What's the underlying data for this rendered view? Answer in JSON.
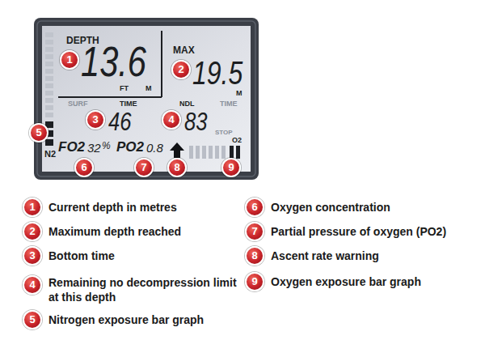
{
  "diagram": {
    "nodes": [
      {
        "text": [
          "DEPTH",
          "13.6",
          "FT",
          "M",
          "MAX",
          "19.5",
          "M",
          "SURF",
          "TIME",
          "46",
          "NDL",
          "TIME",
          "83",
          "STOP",
          "N2",
          "FO2",
          "32",
          "%",
          "PO2",
          "0.8",
          "O2"
        ]
      }
    ],
    "labels": [
      "1",
      "2",
      "3",
      "4",
      "5",
      "6",
      "7",
      "8",
      "9",
      "1",
      "2",
      "3",
      "4",
      "5",
      "6",
      "7",
      "8",
      "9"
    ],
    "legend": [
      {
        "text": "Current depth in metres"
      },
      {
        "text": "Maximum depth reached"
      },
      {
        "text": "Bottom time"
      },
      {
        "text": "Remaining no decompression limit at this depth"
      },
      {
        "text": "Nitrogen exposure bar graph"
      },
      {
        "text": "Oxygen concentration"
      },
      {
        "text": "Partial pressure of oxygen (PO2)"
      },
      {
        "text": "Ascent rate warning"
      },
      {
        "text": "Oxygen exposure bar graph"
      }
    ]
  }
}
